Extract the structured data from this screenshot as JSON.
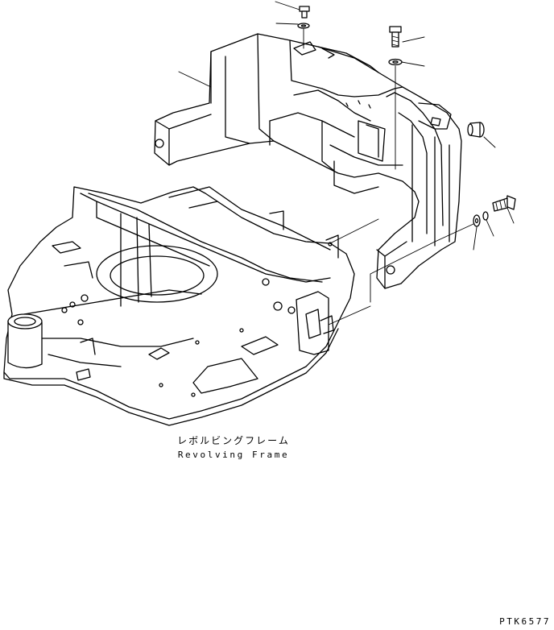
{
  "caption": {
    "jp": "レボルビングフレーム",
    "en": "Revolving Frame"
  },
  "drawing_code": "PTK6577",
  "parts": [
    {
      "name": "counterweight"
    },
    {
      "name": "revolving-frame"
    },
    {
      "name": "bolt-top"
    },
    {
      "name": "washer-top"
    },
    {
      "name": "bolt-upper-right"
    },
    {
      "name": "washer-upper-right"
    },
    {
      "name": "cap-right"
    },
    {
      "name": "bolt-side"
    },
    {
      "name": "washer-side"
    }
  ]
}
